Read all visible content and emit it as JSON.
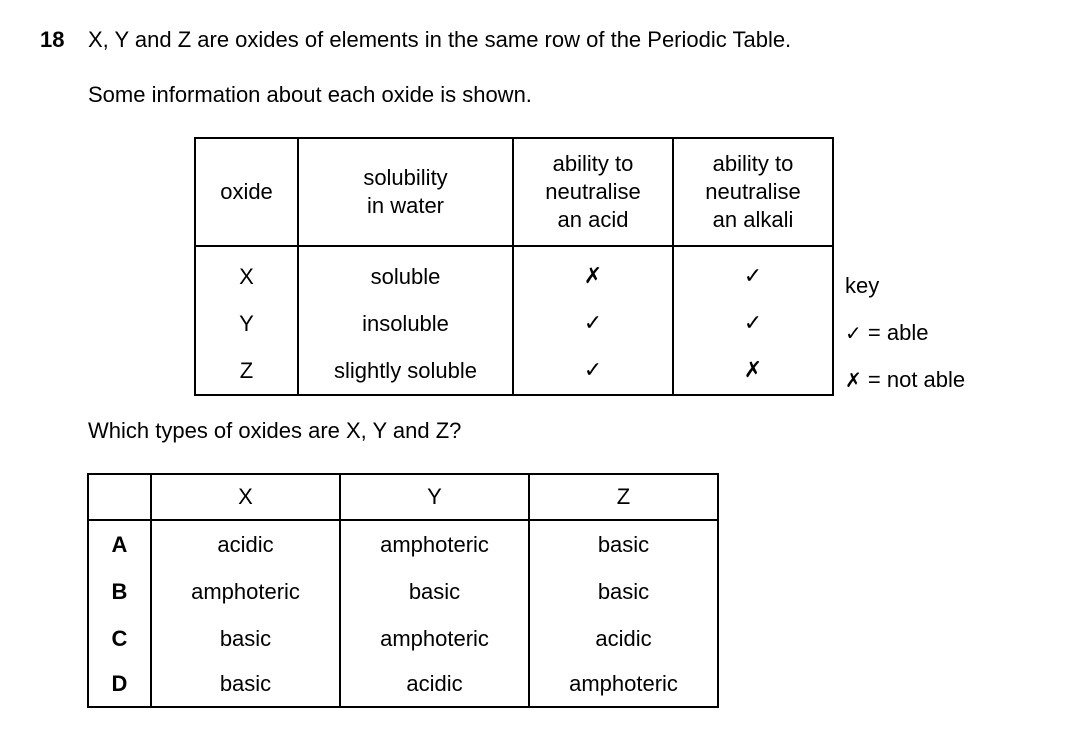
{
  "question": {
    "number": "18",
    "text": "X, Y and Z are oxides of elements in the same row of the Periodic Table.",
    "intro": "Some information about each oxide is shown.",
    "prompt": "Which types of oxides are X, Y and Z?"
  },
  "info_table": {
    "headers": {
      "oxide": "oxide",
      "solubility_line1": "solubility",
      "solubility_line2": "in water",
      "acid_line1": "ability to",
      "acid_line2": "neutralise",
      "acid_line3": "an acid",
      "alkali_line1": "ability to",
      "alkali_line2": "neutralise",
      "alkali_line3": "an alkali"
    },
    "rows": [
      {
        "oxide": "X",
        "solubility": "soluble",
        "acid": "✗",
        "alkali": "✓"
      },
      {
        "oxide": "Y",
        "solubility": "insoluble",
        "acid": "✓",
        "alkali": "✓"
      },
      {
        "oxide": "Z",
        "solubility": "slightly soluble",
        "acid": "✓",
        "alkali": "✗"
      }
    ]
  },
  "key": {
    "title": "key",
    "able_symbol": "✓",
    "able_text": "= able",
    "not_able_symbol": "✗",
    "not_able_text": "= not able"
  },
  "options_table": {
    "headers": [
      "X",
      "Y",
      "Z"
    ],
    "rows": [
      {
        "letter": "A",
        "x": "acidic",
        "y": "amphoteric",
        "z": "basic"
      },
      {
        "letter": "B",
        "x": "amphoteric",
        "y": "basic",
        "z": "basic"
      },
      {
        "letter": "C",
        "x": "basic",
        "y": "amphoteric",
        "z": "acidic"
      },
      {
        "letter": "D",
        "x": "basic",
        "y": "acidic",
        "z": "amphoteric"
      }
    ]
  }
}
